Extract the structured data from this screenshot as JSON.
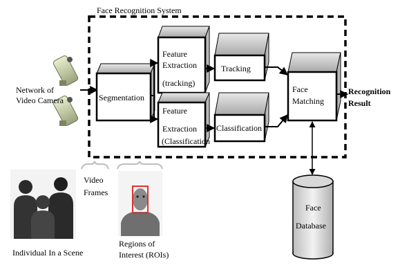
{
  "system": {
    "title": "Face Recognition System"
  },
  "inputs": {
    "network": [
      "Network of",
      "Video Camera"
    ],
    "frames": [
      "Video",
      "Frames"
    ],
    "scene": "Individual In a Scene",
    "rois": [
      "Regions of",
      "Interest (ROIs)"
    ]
  },
  "blocks": {
    "segmentation": "Segmentation",
    "feature_tracking": [
      "Feature",
      "Extraction",
      "(tracking)"
    ],
    "feature_classification": [
      "Feature",
      "Extraction",
      "(Classification"
    ],
    "tracking": "Tracking",
    "classification": "Classification",
    "face_matching": [
      "Face",
      "Matching"
    ]
  },
  "output": {
    "result": [
      "Recognition",
      "Result"
    ]
  },
  "database": {
    "label": [
      "Face",
      "Database"
    ]
  },
  "icons": [
    "camera-icon",
    "people-icon",
    "face-roi-icon"
  ],
  "colors": {
    "frame": "#000000",
    "face_box": "#e03030",
    "block_face": "#ffffff",
    "block_depth": "#b8b8b8"
  }
}
